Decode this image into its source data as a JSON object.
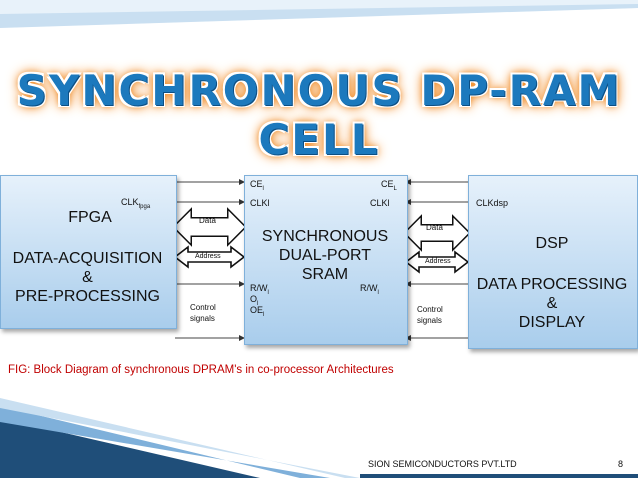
{
  "title": "SYNCHRONOUS DP-RAM CELL",
  "fpga": {
    "title": "FPGA",
    "line1": "DATA-ACQUISITION",
    "line2": "&",
    "line3": "PRE-PROCESSING",
    "clk": "CLK",
    "clk_sub": "fpga"
  },
  "sram": {
    "line1": "SYNCHRONOUS",
    "line2": "DUAL-PORT",
    "line3": "SRAM",
    "ce_left": "CE",
    "ce_left_sub": "l",
    "ce_right": "CE",
    "ce_right_sub": "L",
    "clk_left": "CLKl",
    "clk_right": "CLKl",
    "rw_left": "R/W",
    "rw_left_sub": "l",
    "oe_left_1": "O",
    "oe_left_1_sub": "l",
    "oe_left_2": "OE",
    "oe_left_2_sub": "l",
    "rw_right": "R/W",
    "rw_right_sub": "l"
  },
  "dsp": {
    "title": "DSP",
    "line1": "DATA PROCESSING",
    "line2": "&",
    "line3": "DISPLAY",
    "clk": "CLKdsp"
  },
  "left_bus": {
    "data": "Data",
    "address": "Address",
    "control_1": "Control",
    "control_2": "signals"
  },
  "right_bus": {
    "data": "Data",
    "address": "Address",
    "control_1": "Control",
    "control_2": "signals"
  },
  "caption": "FIG: Block Diagram of synchronous DPRAM's in co-processor Architectures",
  "footer": {
    "company": "SION SEMICONDUCTORS PVT.LTD",
    "page": "8"
  },
  "colors": {
    "title": "#1c79bd",
    "title_glow": "#f08a24",
    "block_top": "#e6f1fb",
    "block_bottom": "#a9cdec",
    "caption": "#c00000",
    "band_dark": "#1f4e79",
    "band_light": "#7fb0da"
  }
}
